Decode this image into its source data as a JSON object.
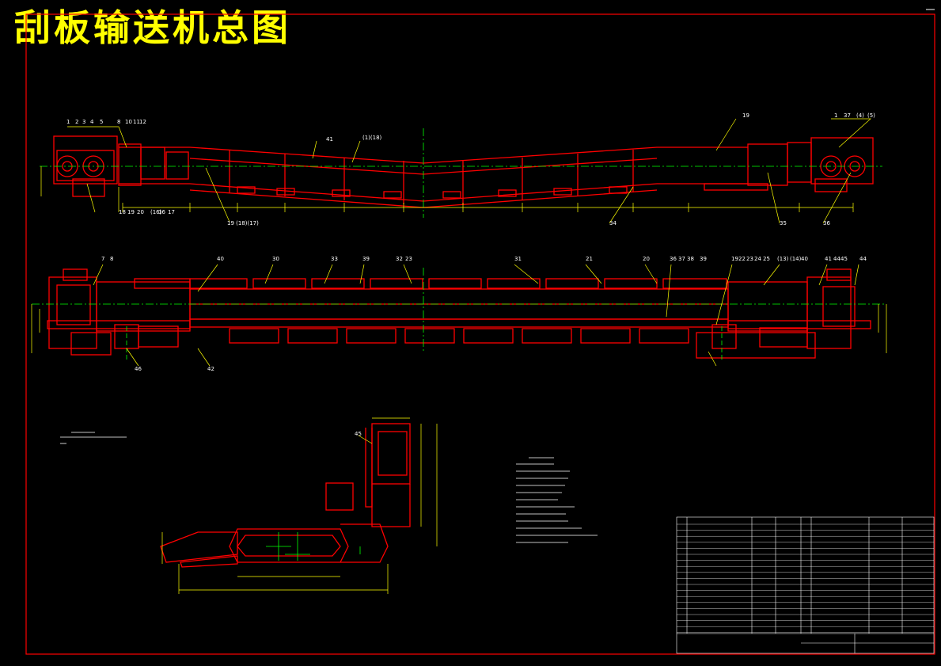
{
  "drawing": {
    "title": "刮板输送机总图",
    "frame_color": "#ff0000",
    "structure_color": "#ff0000",
    "centerline_color": "#00ff00",
    "dimension_color": "#ffff00",
    "text_color": "#ffffff",
    "title_color": "#ffff00"
  },
  "elevation_view": {
    "callouts": [
      "1",
      "2",
      "3",
      "4",
      "5",
      "8",
      "10",
      "11",
      "12",
      "19",
      "41",
      "(1)(18)",
      "1",
      "37",
      "(4)",
      "(5)",
      "18",
      "19",
      "20",
      "(16)",
      "16",
      "17",
      "19 (18)(17)",
      "34",
      "35",
      "36"
    ]
  },
  "plan_view": {
    "callouts": [
      "7",
      "8",
      "40",
      "30",
      "33",
      "39",
      "32",
      "23",
      "31",
      "21",
      "20",
      "36",
      "37",
      "38",
      "39",
      "19",
      "22",
      "23",
      "24",
      "25",
      "(13)",
      "(14)",
      "40",
      "41",
      "44",
      "45",
      "44",
      "46",
      "42"
    ]
  },
  "section_view": {
    "callout": "45"
  }
}
